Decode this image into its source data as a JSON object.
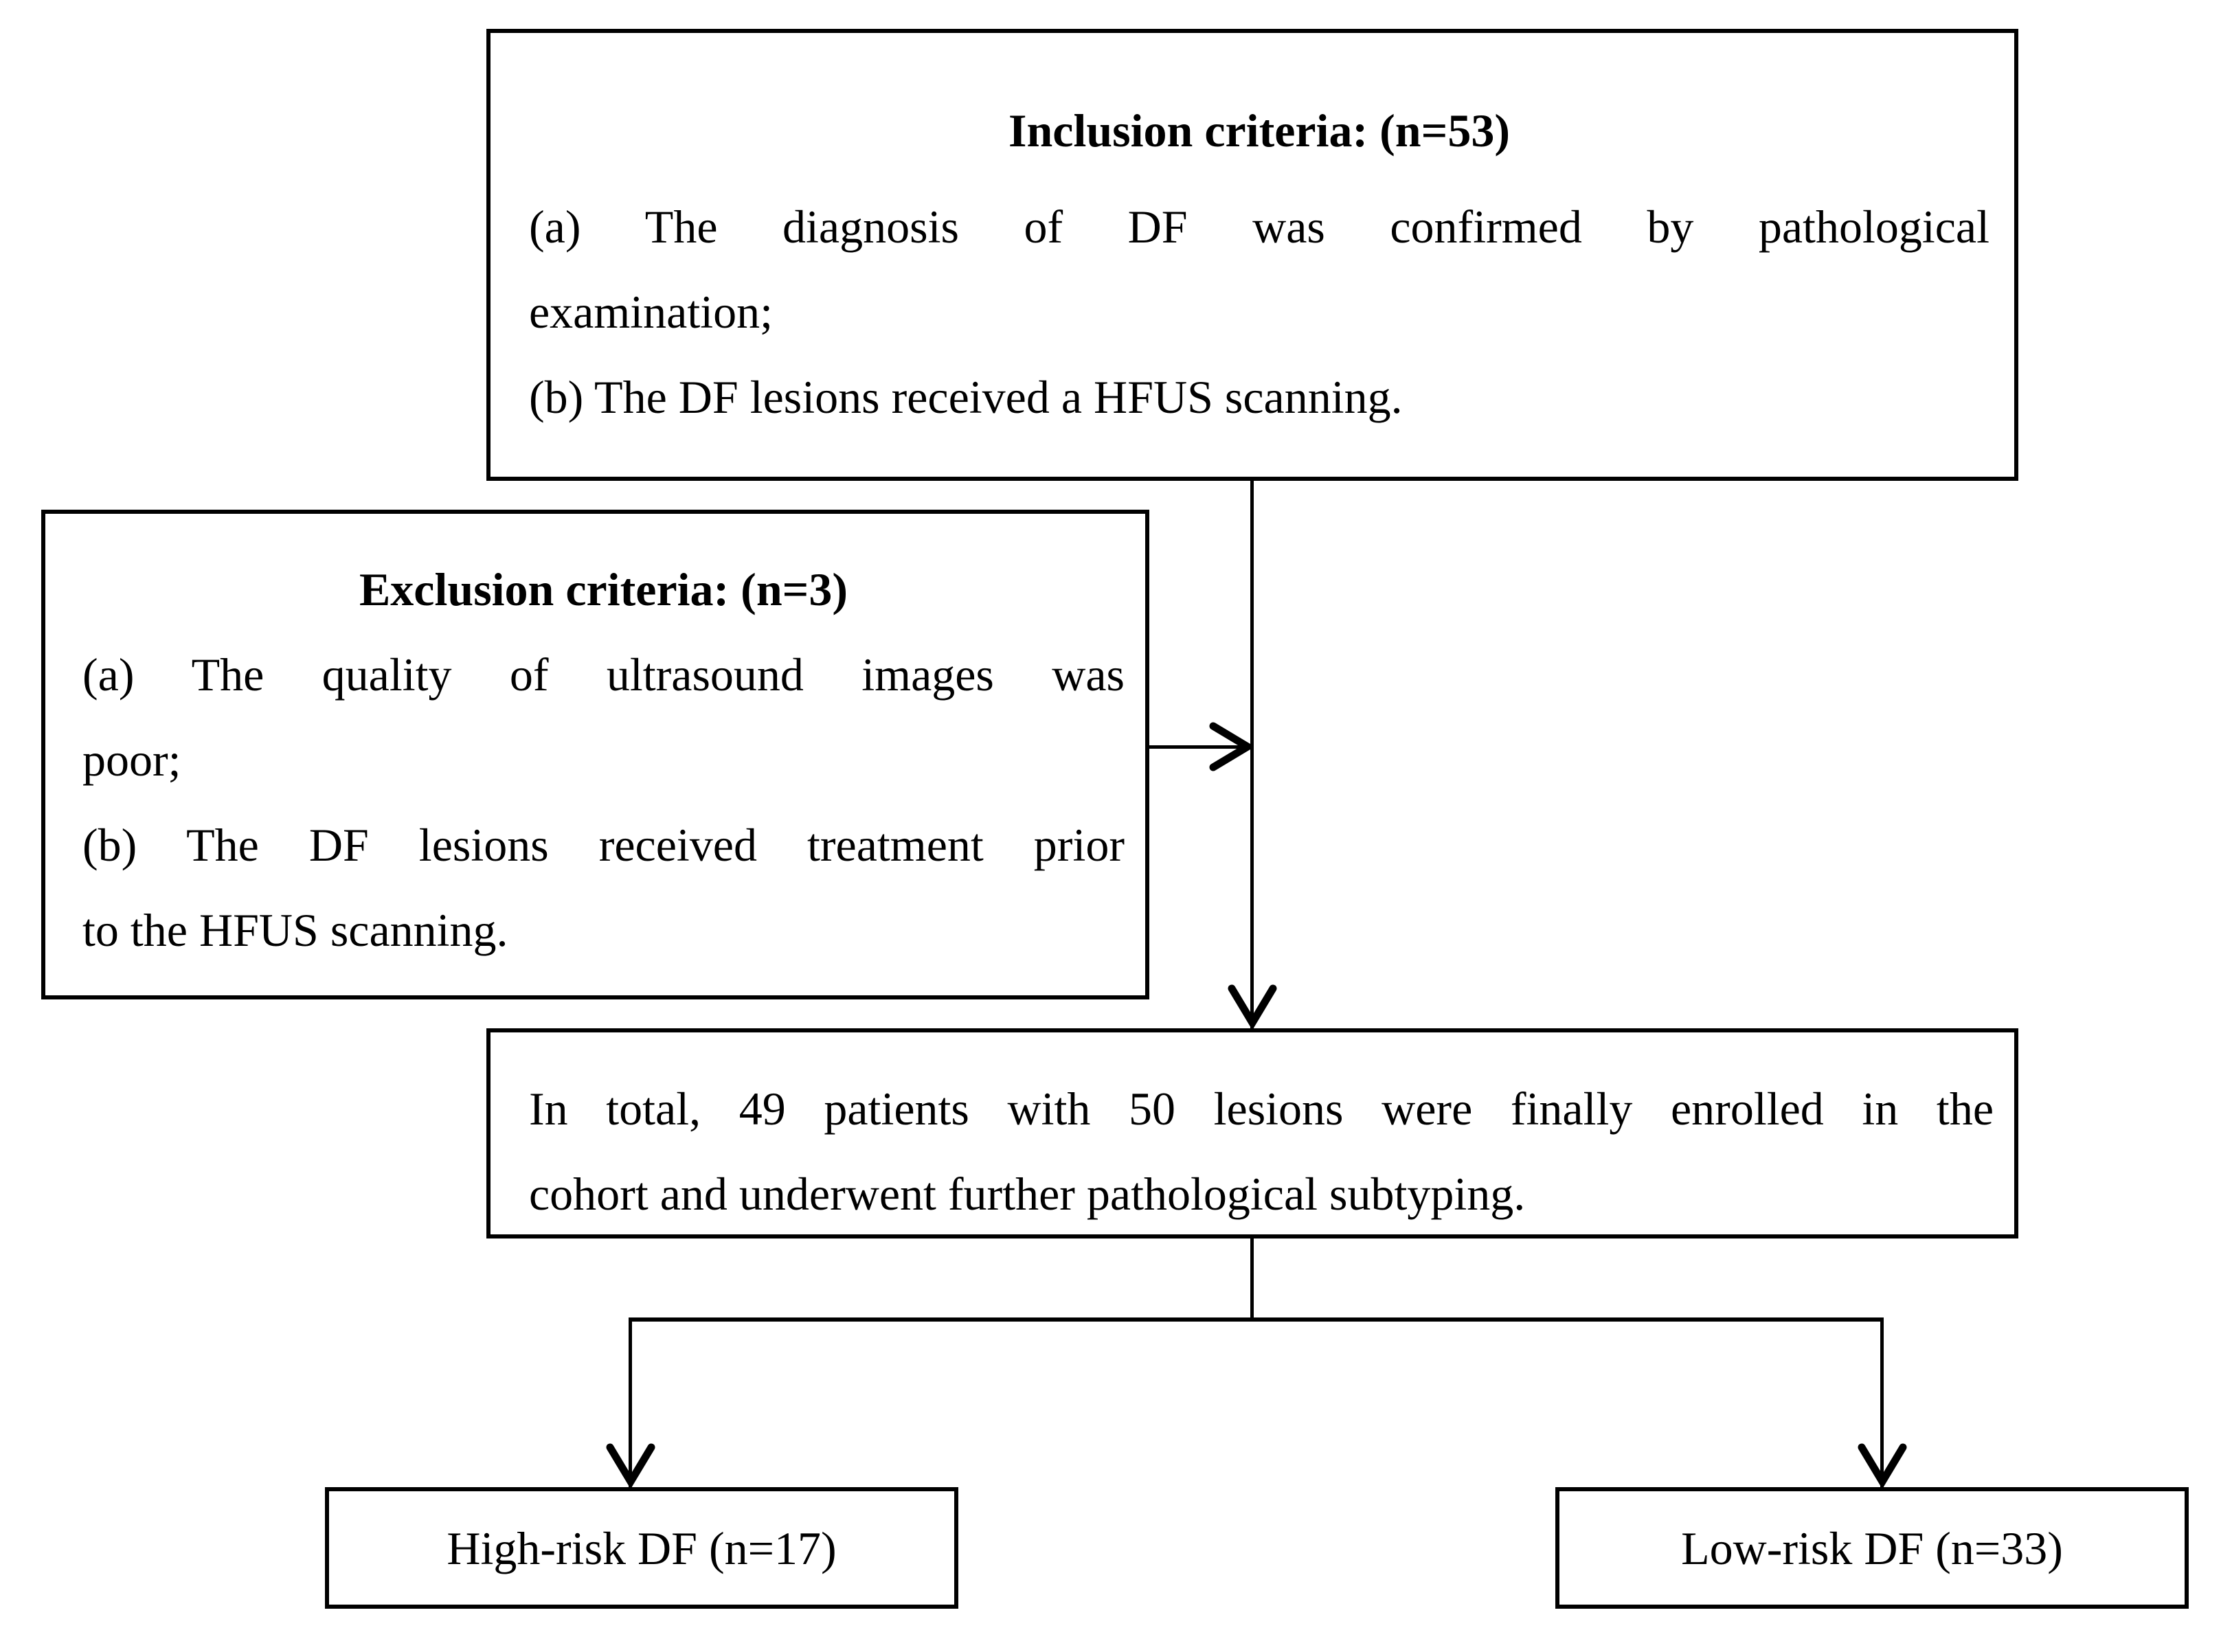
{
  "diagram": {
    "colors": {
      "line": "#000000",
      "background": "#ffffff"
    },
    "inclusion_box": {
      "title": "Inclusion criteria: (n=53)",
      "line_a1": "(a) The diagnosis of DF was confirmed by pathological",
      "line_a2": "examination;",
      "line_b": "(b) The DF lesions received a HFUS scanning."
    },
    "exclusion_box": {
      "title": "Exclusion criteria: (n=3)",
      "line_a1": "(a) The quality of ultrasound images was",
      "line_a2": "poor;",
      "line_b1": "(b) The DF lesions received treatment prior",
      "line_b2": "to the HFUS scanning."
    },
    "enrollment_box": {
      "line1": "In total, 49 patients with 50 lesions were finally enrolled in the",
      "line2": "cohort and underwent further pathological subtyping."
    },
    "high_risk_box": {
      "label": "High-risk DF (n=17)"
    },
    "low_risk_box": {
      "label": "Low-risk DF (n=33)"
    }
  }
}
